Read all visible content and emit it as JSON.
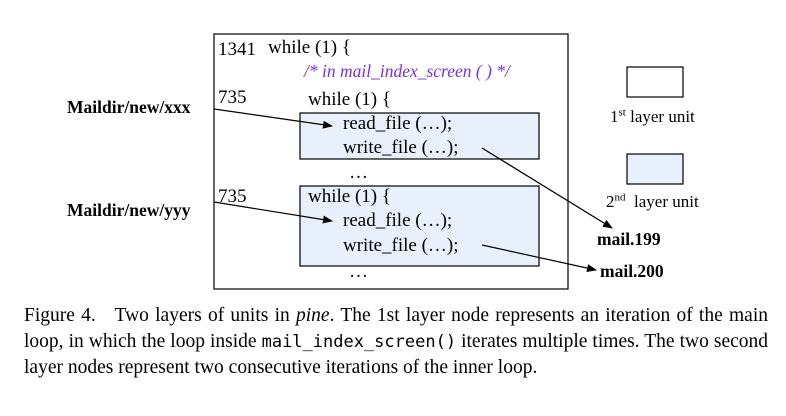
{
  "diagram": {
    "outer_count": "1341",
    "outer_loop": "while (1) {",
    "comment": "/* in mail_index_screen ( ) */",
    "inner_units": [
      {
        "input_label": "Maildir/new/xxx",
        "count": "735",
        "loop": "while (1) {",
        "read": "read_file (…);",
        "write": "write_file (…);",
        "output_label": "mail.199"
      },
      {
        "input_label": "Maildir/new/yyy",
        "count": "735",
        "loop": "while (1) {",
        "read": "read_file (…);",
        "write": "write_file (…);",
        "output_label": "mail.200"
      }
    ],
    "ellipsis": "…",
    "legend": {
      "first": {
        "sup": "st",
        "num": "1",
        "text": " layer unit",
        "fill": "#ffffff"
      },
      "second": {
        "sup": "nd",
        "num": "2",
        "text": "  layer unit",
        "fill": "#e8f0fb"
      }
    }
  },
  "caption": {
    "label": "Figure 4.",
    "text_1": "Two layers of units in ",
    "italic": "pine",
    "text_2": ". The 1st layer node represents an iteration of the main loop, in which the loop inside ",
    "mono": "mail_index_screen()",
    "text_3": " iterates multiple times. The two second layer nodes represent two consecutive iterations of the inner loop."
  }
}
